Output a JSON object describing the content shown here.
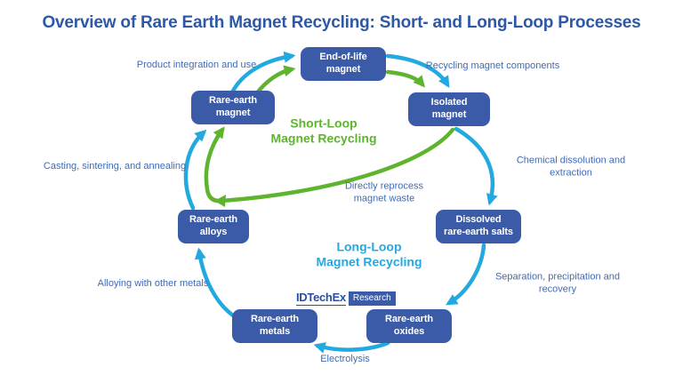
{
  "title": "Overview of Rare Earth Magnet Recycling: Short- and Long-Loop Processes",
  "colors": {
    "node_fill": "#3b5ba8",
    "long_loop_cyan": "#22a9e0",
    "short_loop_green": "#5fb42f",
    "title_blue": "#2d57a7",
    "edge_label_blue": "#3e6bb7"
  },
  "nodes": {
    "eol": "End-of-life\nmagnet",
    "isolated": "Isolated\nmagnet",
    "dissolved": "Dissolved\nrare-earth salts",
    "oxides": "Rare-earth\noxides",
    "metals": "Rare-earth\nmetals",
    "alloys": "Rare-earth\nalloys",
    "magnet": "Rare-earth\nmagnet"
  },
  "edge_labels": {
    "product": "Product integration and use",
    "recycling": "Recycling magnet components",
    "chemical": "Chemical dissolution and extraction",
    "separation": "Separation, precipitation and recovery",
    "electrolysis": "Electrolysis",
    "alloying": "Alloying with other metals",
    "casting": "Casting, sintering, and annealing",
    "directly": "Directly reprocess\nmagnet waste"
  },
  "loops": {
    "short": "Short-Loop\nMagnet Recycling",
    "long": "Long-Loop\nMagnet Recycling"
  },
  "logo": {
    "brand": "IDTechEx",
    "suffix": "Research"
  }
}
